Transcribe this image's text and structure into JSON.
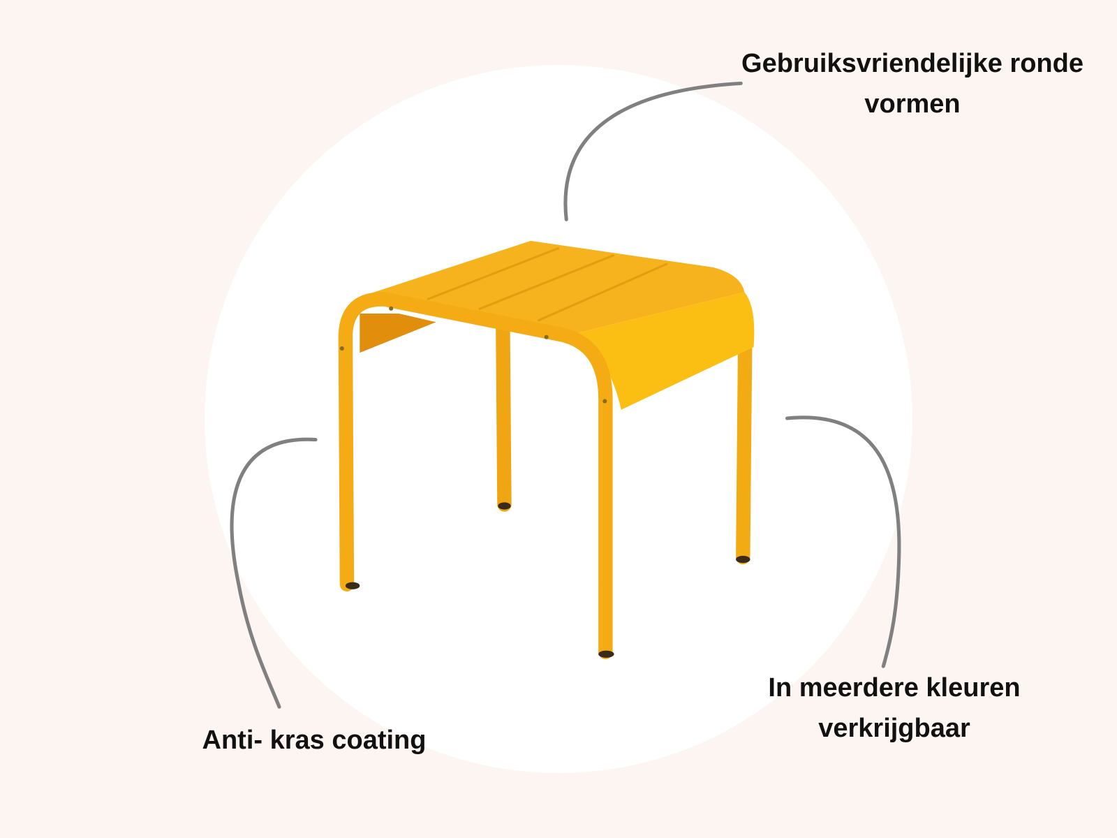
{
  "features": {
    "rounded_shapes": {
      "line1": "Gebruiksvriendelijke ronde",
      "line2": "vormen"
    },
    "anti_scratch": {
      "line1": "Anti- kras coating"
    },
    "colors": {
      "line1": "In meerdere kleuren",
      "line2": "verkrijgbaar"
    }
  },
  "palette": {
    "background": "#fdf5f1",
    "stool": "#f9b81a",
    "callout_line": "#808080"
  }
}
